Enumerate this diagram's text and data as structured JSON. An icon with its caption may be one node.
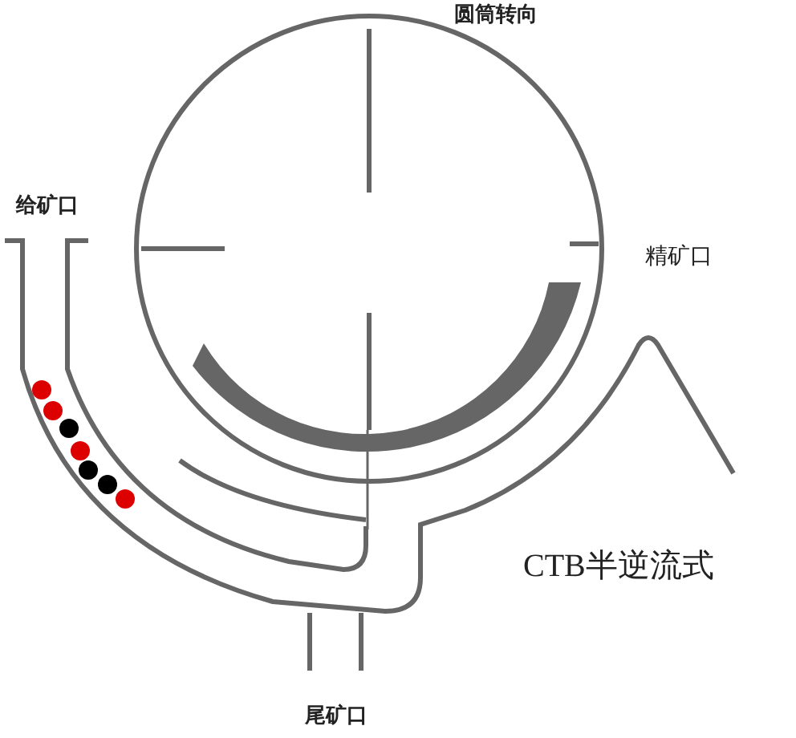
{
  "diagram": {
    "labels": [
      "圆筒转向",
      "给矿口",
      "精矿口",
      "尾矿口",
      "CTB半逆流式"
    ]
  }
}
